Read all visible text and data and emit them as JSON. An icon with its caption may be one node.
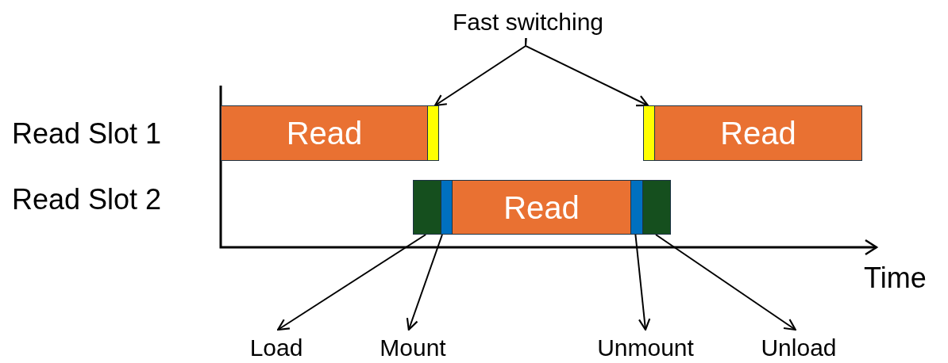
{
  "diagram": {
    "nodes": [
      {
        "text": [
          "Fast switching"
        ]
      },
      {
        "text": [
          "Read"
        ]
      },
      {
        "text": [],
        "shape": "bar"
      },
      {
        "text": [],
        "shape": "bar"
      },
      {
        "text": [
          "Read"
        ]
      },
      {
        "text": [],
        "shape": "bar"
      },
      {
        "text": [],
        "shape": "bar"
      },
      {
        "text": [
          "Read"
        ]
      },
      {
        "text": [],
        "shape": "bar"
      },
      {
        "text": [],
        "shape": "bar"
      },
      {
        "text": [
          "Load"
        ]
      },
      {
        "text": [
          "Mount"
        ]
      },
      {
        "text": [
          "Unmount"
        ]
      },
      {
        "text": [
          "Unload"
        ]
      }
    ],
    "edges": [
      {
        "from": 0,
        "to": 2,
        "arrow": "to"
      },
      {
        "from": 0,
        "to": 3,
        "arrow": "to"
      },
      {
        "from": 5,
        "to": 10,
        "arrow": "to"
      },
      {
        "from": 6,
        "to": 11,
        "arrow": "to"
      },
      {
        "from": 8,
        "to": 12,
        "arrow": "to"
      },
      {
        "from": 9,
        "to": 13,
        "arrow": "to"
      }
    ],
    "labels": [
      "Read Slot 1",
      "Read Slot 2",
      "Time"
    ]
  }
}
